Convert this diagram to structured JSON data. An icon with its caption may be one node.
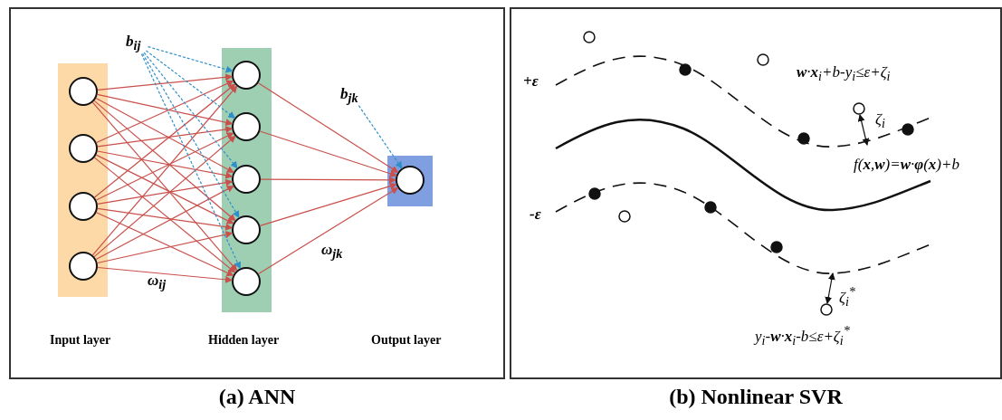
{
  "diagram": {
    "nodes": [
      {
        "text": [
          "(a) ANN"
        ]
      },
      {
        "text": [],
        "shape": "box",
        "in": 0
      },
      {
        "text": [],
        "shape": "circle",
        "in": 1
      },
      {
        "text": [],
        "shape": "circle",
        "in": 1
      },
      {
        "text": [],
        "shape": "circle",
        "in": 1
      },
      {
        "text": [],
        "shape": "circle",
        "in": 1
      },
      {
        "text": [],
        "shape": "box",
        "in": 0
      },
      {
        "text": [],
        "shape": "circle",
        "in": 6
      },
      {
        "text": [],
        "shape": "circle",
        "in": 6
      },
      {
        "text": [],
        "shape": "circle",
        "in": 6
      },
      {
        "text": [],
        "shape": "circle",
        "in": 6
      },
      {
        "text": [],
        "shape": "circle",
        "in": 6
      },
      {
        "text": [],
        "shape": "box",
        "in": 0
      },
      {
        "text": [],
        "shape": "circle",
        "in": 12
      },
      {
        "text": [
          "b$_{ij}$"
        ],
        "in": 0
      },
      {
        "text": [
          "b$_{jk}$"
        ],
        "in": 0
      },
      {
        "text": [
          "(b) Nonlinear SVR"
        ]
      }
    ],
    "edges": [
      {
        "from": 2,
        "to": 7,
        "arrow": "to"
      },
      {
        "from": 2,
        "to": 8,
        "arrow": "to"
      },
      {
        "from": 2,
        "to": 9,
        "arrow": "to"
      },
      {
        "from": 2,
        "to": 10,
        "arrow": "to"
      },
      {
        "from": 2,
        "to": 11,
        "arrow": "to"
      },
      {
        "from": 3,
        "to": 7,
        "arrow": "to"
      },
      {
        "from": 3,
        "to": 8,
        "arrow": "to"
      },
      {
        "from": 3,
        "to": 9,
        "arrow": "to"
      },
      {
        "from": 3,
        "to": 10,
        "arrow": "to"
      },
      {
        "from": 3,
        "to": 11,
        "arrow": "to"
      },
      {
        "from": 4,
        "to": 7,
        "arrow": "to"
      },
      {
        "from": 4,
        "to": 8,
        "arrow": "to"
      },
      {
        "from": 4,
        "to": 9,
        "arrow": "to"
      },
      {
        "from": 4,
        "to": 10,
        "arrow": "to"
      },
      {
        "from": 4,
        "to": 11,
        "arrow": "to"
      },
      {
        "from": 5,
        "to": 7,
        "arrow": "to"
      },
      {
        "from": 5,
        "to": 8,
        "arrow": "to"
      },
      {
        "from": 5,
        "to": 9,
        "arrow": "to"
      },
      {
        "from": 5,
        "to": 10,
        "arrow": "to"
      },
      {
        "from": 5,
        "to": 11,
        "arrow": "to"
      },
      {
        "from": 7,
        "to": 13,
        "arrow": "to"
      },
      {
        "from": 8,
        "to": 13,
        "arrow": "to"
      },
      {
        "from": 9,
        "to": 13,
        "arrow": "to"
      },
      {
        "from": 10,
        "to": 13,
        "arrow": "to"
      },
      {
        "from": 11,
        "to": 13,
        "arrow": "to"
      },
      {
        "from": 14,
        "to": 7,
        "arrow": "to",
        "style": "dashed",
        "color": "#2e8fc9"
      },
      {
        "from": 14,
        "to": 8,
        "arrow": "to",
        "style": "dashed",
        "color": "#2e8fc9"
      },
      {
        "from": 14,
        "to": 9,
        "arrow": "to",
        "style": "dashed",
        "color": "#2e8fc9"
      },
      {
        "from": 14,
        "to": 10,
        "arrow": "to",
        "style": "dashed",
        "color": "#2e8fc9"
      },
      {
        "from": 14,
        "to": 11,
        "arrow": "to",
        "style": "dashed",
        "color": "#2e8fc9"
      },
      {
        "from": 15,
        "to": 13,
        "arrow": "to",
        "style": "dashed",
        "color": "#2e8fc9"
      }
    ],
    "labels": [
      "ω$_{ij}$",
      "ω$_{jk}$",
      "Input layer",
      "Hidden layer",
      "Output layer",
      "+ε",
      "**w**·**x**$_{i}$+b-y$_{i}$≤ε+ζ$_{i}$",
      "ζ$_{i}$",
      "f(**x**,**w**)=**w**·**φ**(**x**)+b",
      "-ε",
      "ζ$_{i}$$^{*}$",
      "y$_{i}$-**w**·**x**$_{i}$-b≤ε+ζ$_{i}$$^{*}$"
    ]
  }
}
